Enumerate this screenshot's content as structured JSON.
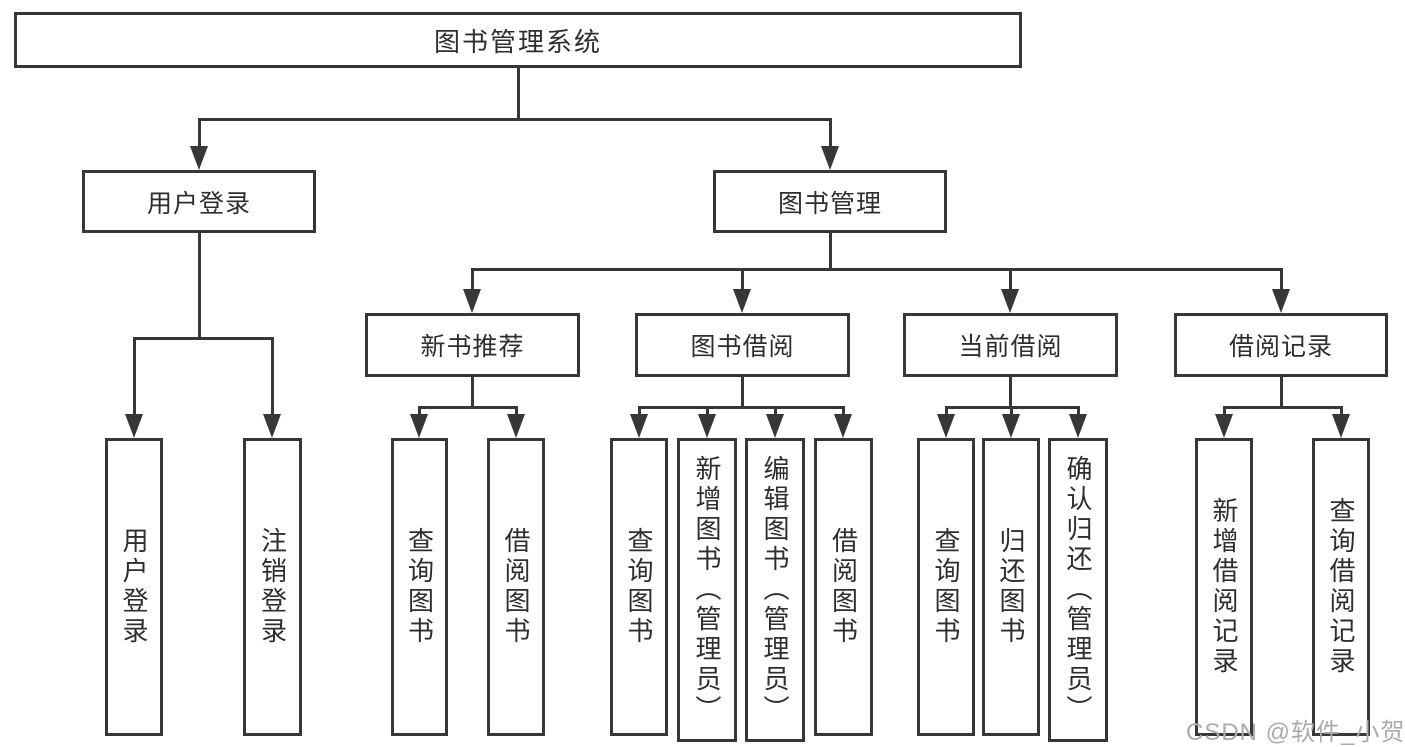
{
  "diagram": {
    "title": "图书管理系统",
    "root": "图书管理系统",
    "branches": {
      "user_login": {
        "label": "用户登录",
        "children": [
          "用户登录",
          "注销登录"
        ]
      },
      "book_management": {
        "label": "图书管理",
        "children": {
          "new_book_recommend": {
            "label": "新书推荐",
            "children": [
              "查询图书",
              "借阅图书"
            ]
          },
          "book_borrow": {
            "label": "图书借阅",
            "children": [
              "查询图书",
              "新增图书（管理员）",
              "编辑图书（管理员）",
              "借阅图书"
            ]
          },
          "current_borrow": {
            "label": "当前借阅",
            "children": [
              "查询图书",
              "归还图书",
              "确认归还（管理员）"
            ]
          },
          "borrow_record": {
            "label": "借阅记录",
            "children": [
              "新增借阅记录",
              "查询借阅记录"
            ]
          }
        }
      }
    }
  },
  "watermark": "CSDN @软件_小贺同学",
  "colors": {
    "line": "#373737",
    "text": "#2e2e2e",
    "watermark": "#ababab",
    "background": "#ffffff"
  }
}
